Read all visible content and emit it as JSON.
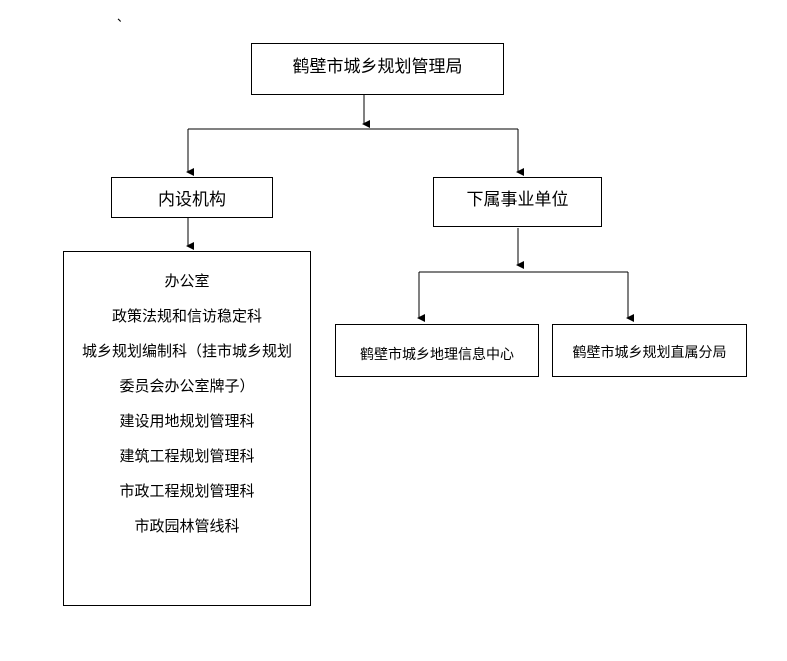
{
  "root": {
    "label": "鹤壁市城乡规划管理局"
  },
  "branch_internal": {
    "label": "内设机构"
  },
  "branch_subordinate": {
    "label": "下属事业单位"
  },
  "internal_departments": [
    "办公室",
    "政策法规和信访稳定科",
    "城乡规划编制科（挂市城乡规划",
    "委员会办公室牌子）",
    "建设用地规划管理科",
    "建筑工程规划管理科",
    "市政工程规划管理科",
    "市政园林管线科"
  ],
  "subordinate_units": [
    "鹤壁市城乡地理信息中心",
    "鹤壁市城乡规划直属分局"
  ],
  "stray_mark": "、"
}
